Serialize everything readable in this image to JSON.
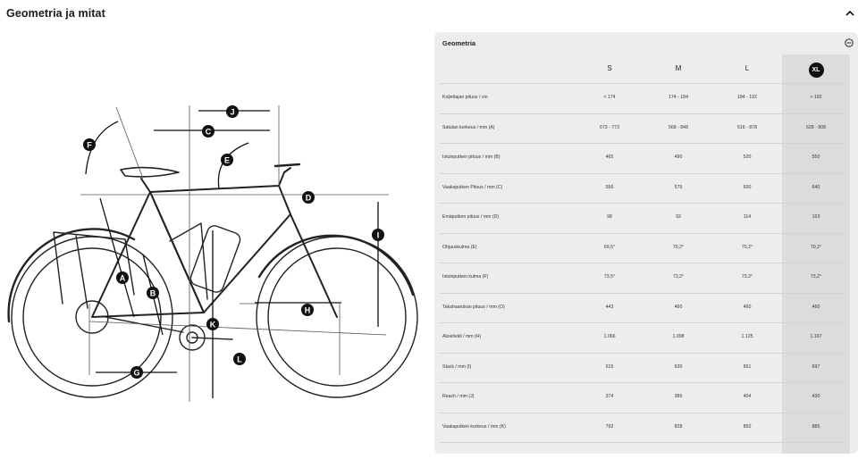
{
  "section": {
    "title": "Geometria ja mitat",
    "toggle_icon": "chevron-up-icon"
  },
  "panel": {
    "title": "Geometria",
    "toggle_icon": "minus-circle-icon"
  },
  "diagram": {
    "labels": [
      "A",
      "B",
      "C",
      "D",
      "E",
      "F",
      "G",
      "H",
      "I",
      "J",
      "K",
      "L"
    ]
  },
  "table": {
    "sizes": [
      "S",
      "M",
      "L",
      "XL"
    ],
    "selected_size": "XL",
    "rows": [
      {
        "label": "Kuljettajan pituus / cm",
        "values": [
          "< 174",
          "174 - 184",
          "184 - 192",
          "> 192"
        ]
      },
      {
        "label": "Satulan korkeus / mm (A)",
        "values": [
          "673 - 773",
          "568 - 848",
          "516 - 878",
          "628 - 908"
        ]
      },
      {
        "label": "Istuinputken pituus / mm (B)",
        "values": [
          "465",
          "490",
          "520",
          "550"
        ]
      },
      {
        "label": "Vaakaputken Pituus / mm (C)",
        "values": [
          "556",
          "575",
          "600",
          "640"
        ]
      },
      {
        "label": "Emäputken pituus / mm (D)",
        "values": [
          "98",
          "92",
          "114",
          "163"
        ]
      },
      {
        "label": "Ohjauskulma (E)",
        "values": [
          "69,5°",
          "70,2°",
          "70,2°",
          "70,2°"
        ]
      },
      {
        "label": "Istuinputken kulma (F)",
        "values": [
          "73,5°",
          "73,2°",
          "73,2°",
          "73,2°"
        ]
      },
      {
        "label": "Takahaarukan pituus / mm (O)",
        "values": [
          "443",
          "460",
          "460",
          "460"
        ]
      },
      {
        "label": "Akseliväli / mm (H)",
        "values": [
          "1.066",
          "1.098",
          "1.125",
          "1.167"
        ]
      },
      {
        "label": "Stack / mm (I)",
        "values": [
          "615",
          "630",
          "651",
          "697"
        ]
      },
      {
        "label": "Reach / mm (J)",
        "values": [
          "374",
          "385",
          "404",
          "430"
        ]
      },
      {
        "label": "Vaakaputken korkeus / mm (K)",
        "values": [
          "792",
          "828",
          "850",
          "885"
        ]
      }
    ]
  }
}
